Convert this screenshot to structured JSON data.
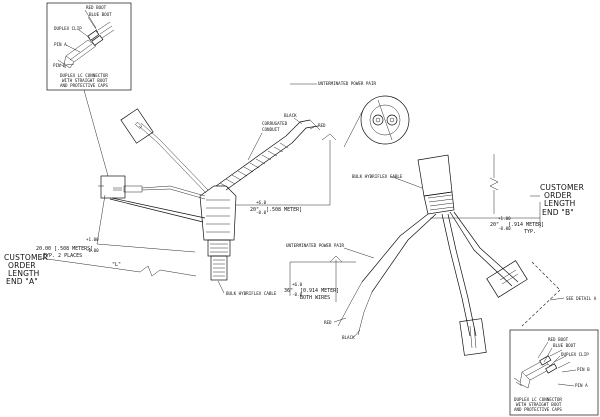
{
  "detail_left": {
    "labels": [
      "RED BOOT",
      "BLUE BOOT",
      "DUPLEX CLIP",
      "PIN A",
      "PIN B"
    ],
    "caption": [
      "DUPLEX LC CONNECTOR",
      "WITH STRAIGHT BOOT",
      "AND PROTECTIVE CAPS"
    ]
  },
  "detail_right": {
    "labels": [
      "RED BOOT",
      "BLUE BOOT",
      "DUPLEX CLIP",
      "PIN B",
      "PIN A"
    ],
    "caption": [
      "DUPLEX LC CONNECTOR",
      "WITH STRAIGHT BOOT",
      "AND PROTECTIVE CAPS"
    ]
  },
  "left_assembly": {
    "unterminated_power_pair": "UNTERMINATED POWER PAIR",
    "black": "BLACK",
    "red": "RED",
    "corrugated_conduit": [
      "CORRUGATED",
      "CONDUIT"
    ],
    "dim_top_value": "20\"",
    "dim_top_tol_plus": "+6.0",
    "dim_top_tol_minus": "-0.0",
    "dim_top_metric": "[.508 METER]",
    "dim_left_value": "20.00 [.508 METERS]",
    "dim_left_note": "TYP. 2 PLACES",
    "dim_left_tol_plus": "+1.00",
    "dim_left_tol_minus": "-0.00",
    "dim_break": "\"L\"",
    "bulk_cable": "BULK HYBRIFLEX CABLE",
    "customer_order_length": [
      "CUSTOMER",
      "ORDER",
      "LENGTH",
      "END \"A\""
    ]
  },
  "right_assembly": {
    "bulk_cable": "BULK HYBRIFLEX CABLE",
    "dim_top_value": "20\"",
    "dim_top_tol_plus": "+1.00",
    "dim_top_tol_minus": "-0.00",
    "dim_top_metric": "[.914 METER]",
    "dim_top_note": "TYP.",
    "unterminated_power_pair": "UNTERMINATED POWER PAIR",
    "dim_power_value": "36\"",
    "dim_power_tol_plus": "+6.0",
    "dim_power_tol_minus": "-0.0",
    "dim_power_metric": "[0.914 METER]",
    "dim_power_note": "BOTH WIRES",
    "red": "RED",
    "black": "BLACK",
    "see_detail": "SEE DETAIL A",
    "customer_order_length": [
      "CUSTOMER",
      "ORDER",
      "LENGTH",
      "END \"B\""
    ]
  }
}
